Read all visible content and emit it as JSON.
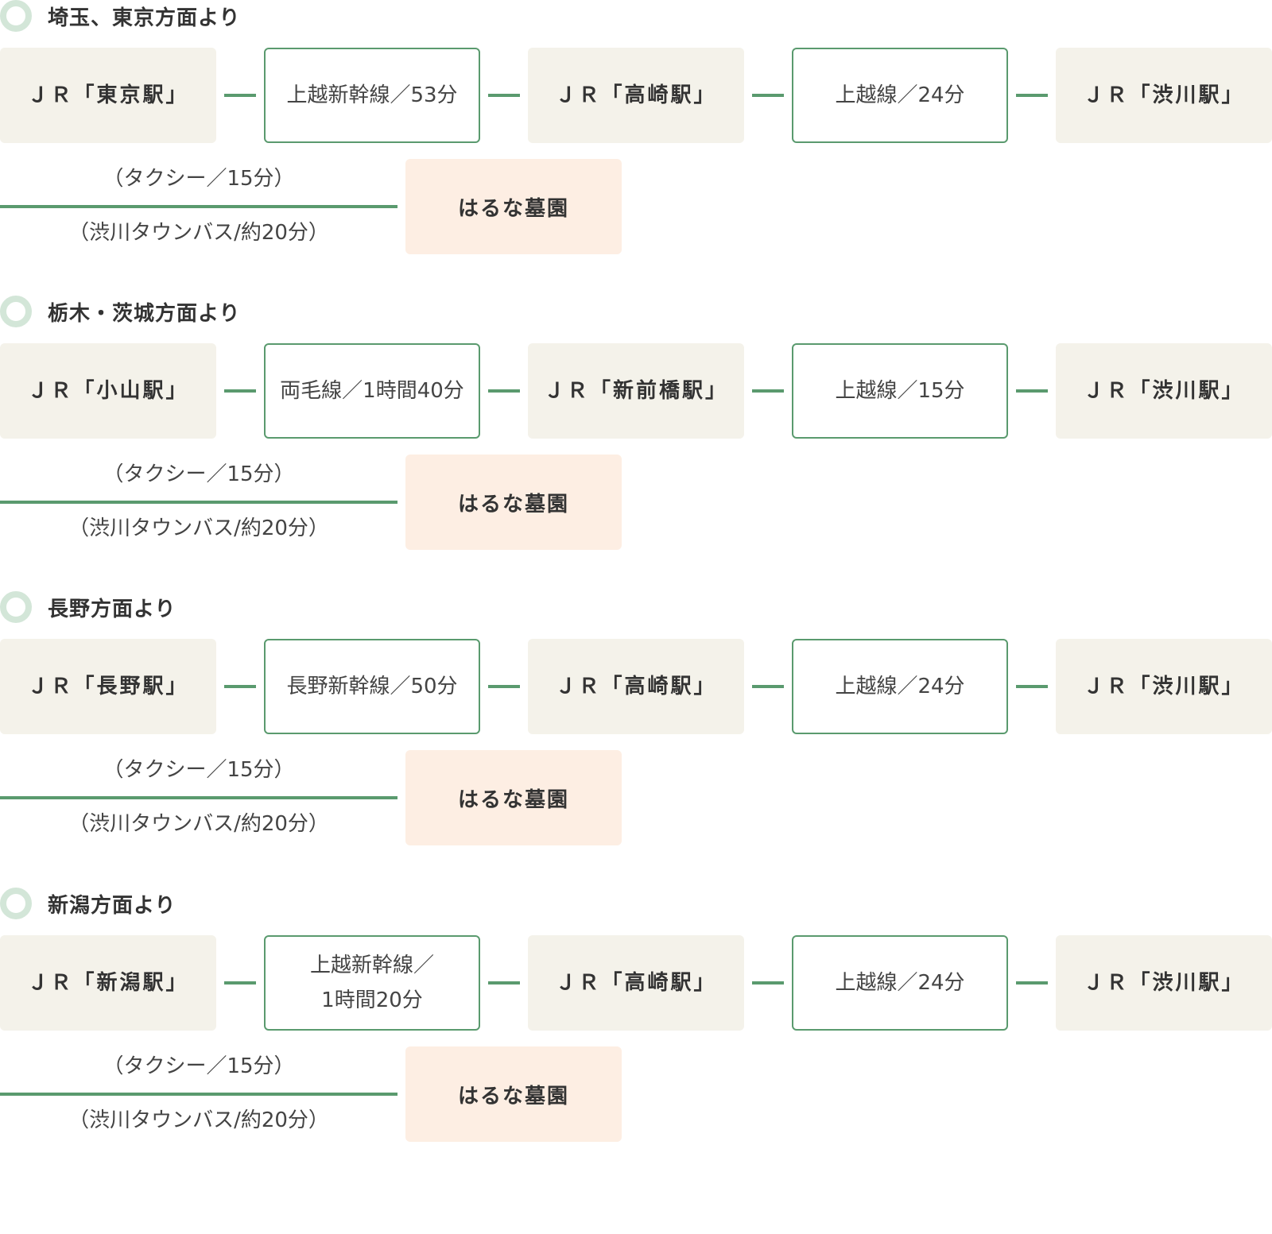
{
  "sections": [
    {
      "title": "埼玉、東京方面より",
      "stations": [
        "ＪＲ「東京駅」",
        "ＪＲ「高崎駅」",
        "ＪＲ「渋川駅」"
      ],
      "lines": [
        "上越新幹線／53分",
        "上越線／24分"
      ],
      "access_top": "（タクシー／15分）",
      "access_bottom": "（渋川タウンバス/約20分）",
      "destination": "はるな墓園"
    },
    {
      "title": "栃木・茨城方面より",
      "stations": [
        "ＪＲ「小山駅」",
        "ＪＲ「新前橋駅」",
        "ＪＲ「渋川駅」"
      ],
      "lines": [
        "両毛線／1時間40分",
        "上越線／15分"
      ],
      "access_top": "（タクシー／15分）",
      "access_bottom": "（渋川タウンバス/約20分）",
      "destination": "はるな墓園"
    },
    {
      "title": "長野方面より",
      "stations": [
        "ＪＲ「長野駅」",
        "ＪＲ「高崎駅」",
        "ＪＲ「渋川駅」"
      ],
      "lines": [
        "長野新幹線／50分",
        "上越線／24分"
      ],
      "access_top": "（タクシー／15分）",
      "access_bottom": "（渋川タウンバス/約20分）",
      "destination": "はるな墓園"
    },
    {
      "title": "新潟方面より",
      "stations": [
        "ＪＲ「新潟駅」",
        "ＪＲ「高崎駅」",
        "ＪＲ「渋川駅」"
      ],
      "lines": [
        "上越新幹線／\n1時間20分",
        "上越線／24分"
      ],
      "access_top": "（タクシー／15分）",
      "access_bottom": "（渋川タウンバス/約20分）",
      "destination": "はるな墓園"
    }
  ],
  "colors": {
    "accent_green": "#5a9a6e",
    "ring_green": "#d3e6d8",
    "station_bg": "#f4f2ea",
    "destination_bg": "#fdeee3"
  }
}
